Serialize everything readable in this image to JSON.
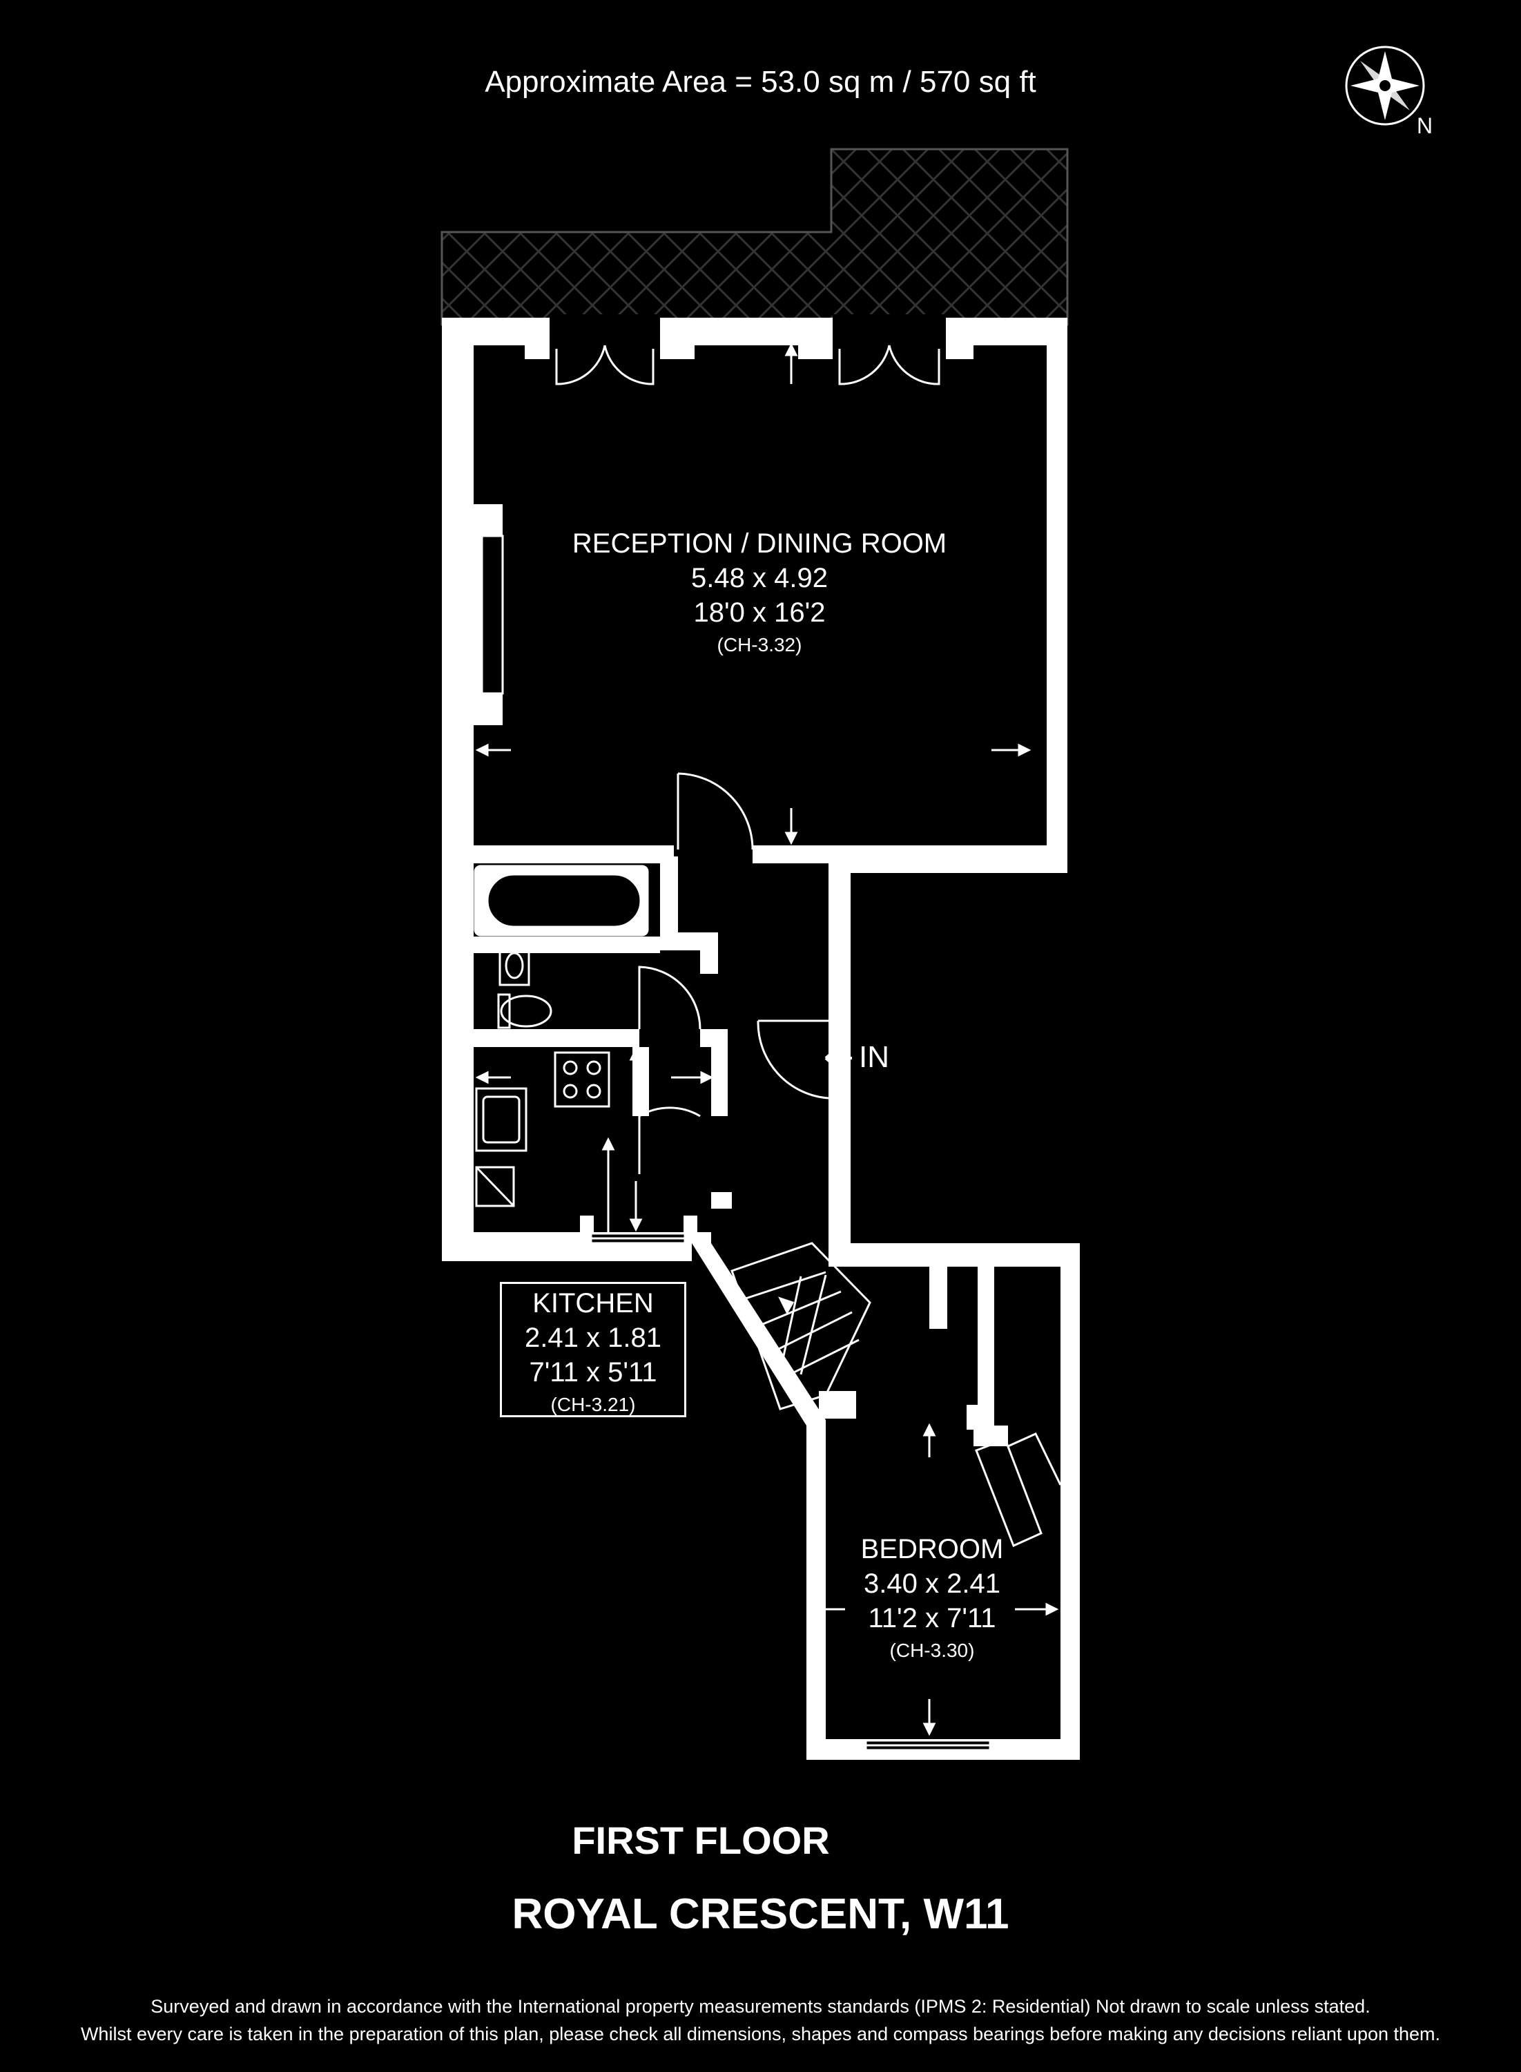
{
  "header": {
    "area": "Approximate Area = 53.0 sq m / 570 sq ft",
    "compass_label": "N",
    "compass_icon": "compass-icon"
  },
  "rooms": {
    "reception": {
      "name": "RECEPTION / DINING ROOM",
      "metric": "5.48 x 4.92",
      "imperial": "18'0 x 16'2",
      "ceiling": "(CH-3.32)"
    },
    "kitchen": {
      "name": "KITCHEN",
      "metric": "2.41 x 1.81",
      "imperial": "7'11 x 5'11",
      "ceiling": "(CH-3.21)"
    },
    "bedroom": {
      "name": "BEDROOM",
      "metric": "3.40 x 2.41",
      "imperial": "11'2 x 7'11",
      "ceiling": "(CH-3.30)"
    }
  },
  "entrance": {
    "label": "IN",
    "icon": "arrow-left-icon"
  },
  "footer": {
    "floor": "FIRST FLOOR",
    "address": "ROYAL CRESCENT, W11",
    "disclaimer_1": "Surveyed and drawn in accordance with the International property measurements standards (IPMS 2: Residential) Not drawn to scale unless stated.",
    "disclaimer_2": "Whilst every care is taken in the preparation of this plan, please check all dimensions, shapes and compass bearings before making any decisions reliant upon them."
  },
  "colors": {
    "background": "#000000",
    "walls": "#ffffff",
    "hatch": "#2a2a2a"
  }
}
